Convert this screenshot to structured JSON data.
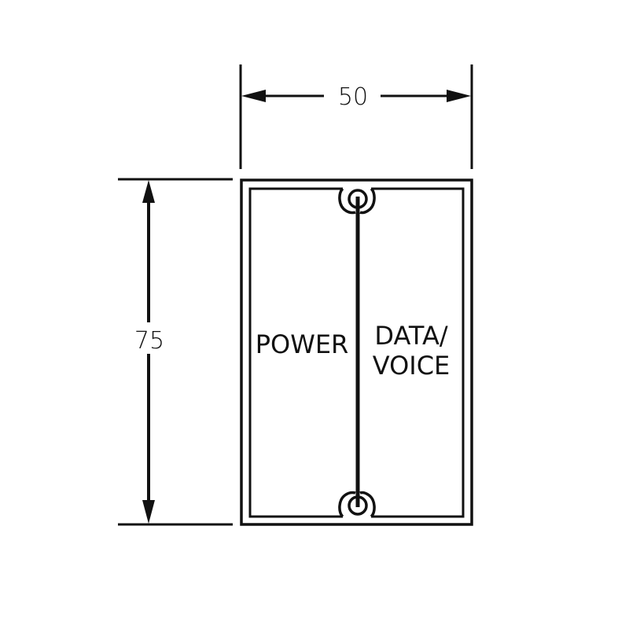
{
  "diagram": {
    "type": "cross-section",
    "subject": "dual-compartment cable trunking profile",
    "stroke_color": "#111111",
    "background": "#ffffff",
    "dimensions": {
      "width": {
        "value": "50",
        "orientation": "horizontal"
      },
      "height": {
        "value": "75",
        "orientation": "vertical"
      }
    },
    "compartments": [
      {
        "id": "left",
        "label": "POWER"
      },
      {
        "id": "right",
        "label_line1": "DATA/",
        "label_line2": "VOICE"
      }
    ],
    "features": [
      "outer-wall",
      "inner-wall",
      "center-divider",
      "top-clip",
      "bottom-clip"
    ]
  }
}
